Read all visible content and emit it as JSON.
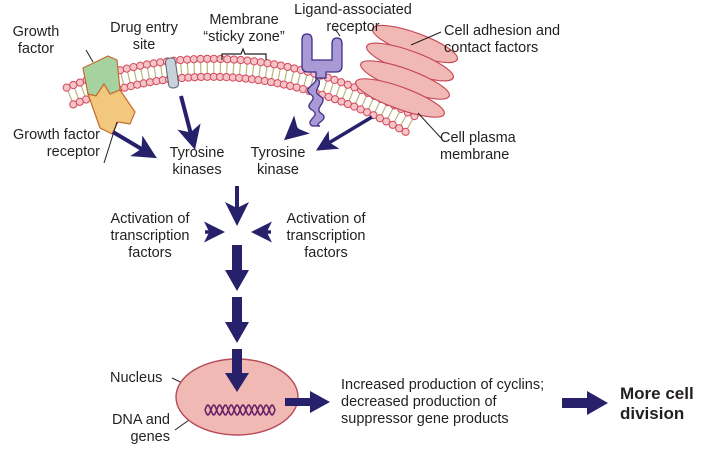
{
  "labels": {
    "growth_factor": [
      "Growth",
      "factor"
    ],
    "drug_entry_site": [
      "Drug entry",
      "site"
    ],
    "membrane_sticky_zone": [
      "Membrane",
      "“sticky zone”"
    ],
    "ligand_receptor": [
      "Ligand-associated",
      "receptor"
    ],
    "cell_adhesion": [
      "Cell adhesion and",
      "contact factors"
    ],
    "growth_factor_receptor": [
      "Growth factor",
      "receptor"
    ],
    "tyrosine_kinases": [
      "Tyrosine",
      "kinases"
    ],
    "tyrosine_kinase": [
      "Tyrosine",
      "kinase"
    ],
    "cell_plasma_membrane": [
      "Cell plasma",
      "membrane"
    ],
    "activation_left": [
      "Activation of",
      "transcription",
      "factors"
    ],
    "activation_right": [
      "Activation of",
      "transcription",
      "factors"
    ],
    "nucleus": [
      "Nucleus"
    ],
    "dna_genes": [
      "DNA and",
      "genes"
    ],
    "outcome_text": [
      "Increased production of cyclins;",
      "decreased production of",
      "suppressor gene products"
    ],
    "result": [
      "More cell",
      "division"
    ]
  },
  "colors": {
    "arrow": "#27206b",
    "membrane_head_fill": "#f5c4c8",
    "membrane_head_stroke": "#d2495a",
    "lipid_tail": "#b9b67c",
    "growth_factor_fill": "#a6d2a0",
    "receptor_fill": "#f2c77e",
    "drug_site_fill": "#c8d2da",
    "ligand_fill": "#a99ad6",
    "ligand_stroke": "#3e2f8a",
    "adhesion_fill": "#f0b9b5",
    "adhesion_stroke": "#c94a56",
    "nucleus_fill": "#f0b9b4",
    "nucleus_stroke": "#b84a5a",
    "dna": "#6a2067"
  }
}
